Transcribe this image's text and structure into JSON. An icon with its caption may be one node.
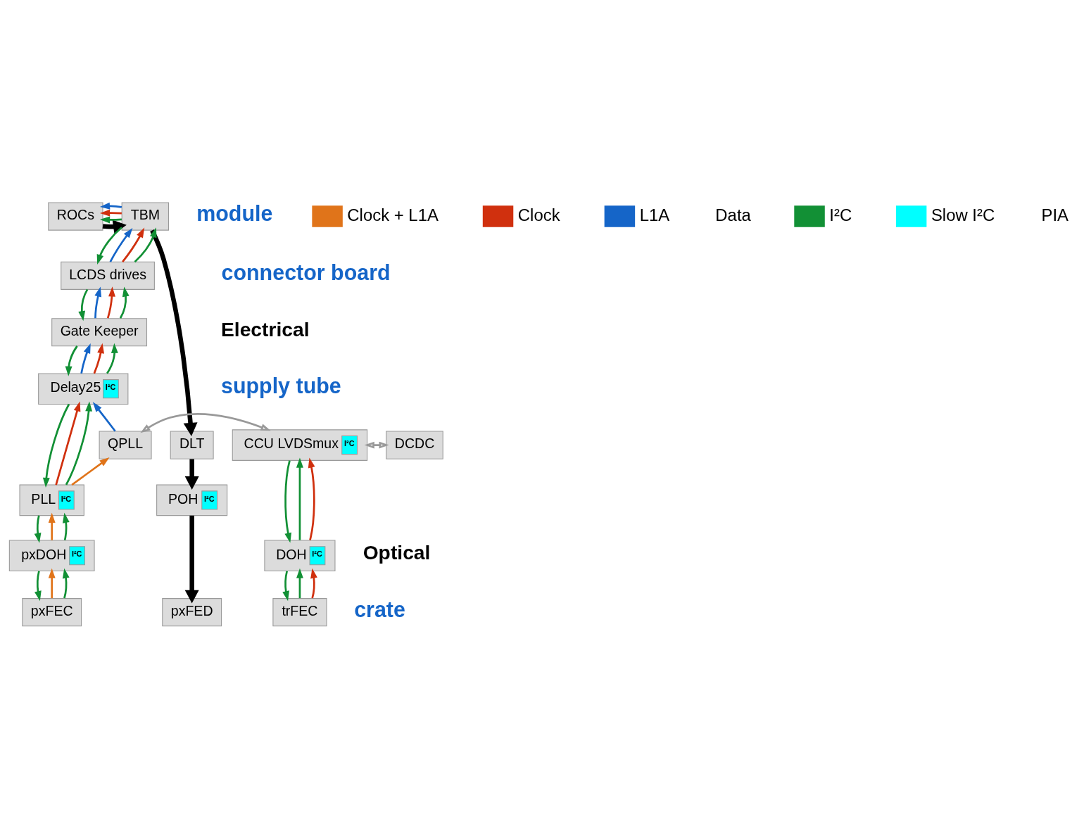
{
  "diagram": {
    "nodes": [
      {
        "text": [
          "ROCs"
        ]
      },
      {
        "text": [
          "TBM"
        ]
      },
      {
        "text": [
          "LCDS drives"
        ]
      },
      {
        "text": [
          "Gate Keeper"
        ]
      },
      {
        "text": [
          "Delay25",
          "I²C"
        ]
      },
      {
        "text": [
          "QPLL"
        ]
      },
      {
        "text": [
          "DCDC"
        ]
      },
      {
        "text": [
          "CCU LVDSmux",
          "I²C"
        ]
      },
      {
        "text": [
          "PLL",
          "I²C"
        ]
      },
      {
        "text": [
          "DLT"
        ]
      },
      {
        "text": [
          "POH",
          "I²C"
        ]
      },
      {
        "text": [
          "DOH",
          "I²C"
        ]
      },
      {
        "text": [
          "pxDOH",
          "I²C"
        ]
      },
      {
        "text": [
          "trFEC"
        ]
      },
      {
        "text": [
          "pxFEC"
        ]
      },
      {
        "text": [
          "pxFED"
        ]
      }
    ],
    "edges": [
      {
        "from": 0,
        "to": 1,
        "arrow": "to",
        "style": "thick",
        "color": "#000000"
      },
      {
        "from": 1,
        "to": 0,
        "arrow": "to",
        "color": "#129035"
      },
      {
        "from": 1,
        "to": 0,
        "arrow": "to",
        "color": "#d0300e"
      },
      {
        "from": 1,
        "to": 0,
        "arrow": "to",
        "color": "#1565c8"
      },
      {
        "from": 1,
        "to": 9,
        "arrow": "to",
        "style": "thick",
        "color": "#000000"
      },
      {
        "from": 2,
        "to": 1,
        "arrow": "to",
        "color": "#1565c8"
      },
      {
        "from": 2,
        "to": 1,
        "arrow": "to",
        "color": "#d0300e"
      },
      {
        "from": 1,
        "to": 2,
        "arrow": "to",
        "color": "#129035"
      },
      {
        "from": 2,
        "to": 1,
        "arrow": "to",
        "color": "#129035"
      },
      {
        "from": 3,
        "to": 2,
        "arrow": "to",
        "color": "#1565c8"
      },
      {
        "from": 3,
        "to": 2,
        "arrow": "to",
        "color": "#d0300e"
      },
      {
        "from": 2,
        "to": 3,
        "arrow": "to",
        "color": "#129035"
      },
      {
        "from": 3,
        "to": 2,
        "arrow": "to",
        "color": "#129035"
      },
      {
        "from": 4,
        "to": 3,
        "arrow": "to",
        "color": "#1565c8"
      },
      {
        "from": 4,
        "to": 3,
        "arrow": "to",
        "color": "#d0300e"
      },
      {
        "from": 3,
        "to": 4,
        "arrow": "to",
        "color": "#129035"
      },
      {
        "from": 4,
        "to": 3,
        "arrow": "to",
        "color": "#129035"
      },
      {
        "from": 5,
        "to": 4,
        "arrow": "to",
        "color": "#1565c8"
      },
      {
        "from": 8,
        "to": 4,
        "arrow": "to",
        "color": "#d0300e"
      },
      {
        "from": 4,
        "to": 8,
        "arrow": "to",
        "color": "#129035"
      },
      {
        "from": 8,
        "to": 4,
        "arrow": "to",
        "color": "#129035"
      },
      {
        "from": 6,
        "to": 7,
        "arrow": "both",
        "color": "#999999"
      },
      {
        "from": 7,
        "to": 5,
        "arrow": "both",
        "color": "#999999"
      },
      {
        "from": 8,
        "to": 5,
        "arrow": "to",
        "color": "#e0741a"
      },
      {
        "from": 9,
        "to": 10,
        "arrow": "to",
        "style": "thick",
        "color": "#000000"
      },
      {
        "from": 7,
        "to": 11,
        "arrow": "to",
        "color": "#129035"
      },
      {
        "from": 11,
        "to": 7,
        "arrow": "to",
        "color": "#129035"
      },
      {
        "from": 11,
        "to": 7,
        "arrow": "to",
        "color": "#d0300e"
      },
      {
        "from": 12,
        "to": 8,
        "arrow": "to",
        "color": "#e0741a"
      },
      {
        "from": 8,
        "to": 12,
        "arrow": "to",
        "color": "#129035"
      },
      {
        "from": 12,
        "to": 8,
        "arrow": "to",
        "color": "#129035"
      },
      {
        "from": 10,
        "to": 15,
        "arrow": "to",
        "style": "thick",
        "color": "#000000"
      },
      {
        "from": 11,
        "to": 13,
        "arrow": "to",
        "color": "#129035"
      },
      {
        "from": 13,
        "to": 11,
        "arrow": "to",
        "color": "#129035"
      },
      {
        "from": 13,
        "to": 11,
        "arrow": "to",
        "color": "#d0300e"
      },
      {
        "from": 14,
        "to": 12,
        "arrow": "to",
        "color": "#e0741a"
      },
      {
        "from": 12,
        "to": 14,
        "arrow": "to",
        "color": "#129035"
      },
      {
        "from": 14,
        "to": 12,
        "arrow": "to",
        "color": "#129035"
      }
    ],
    "labels": [
      "module",
      "connector board",
      "supply tube",
      "Electrical",
      "Optical",
      "crate"
    ],
    "legend": [
      {
        "text": "Clock + L1A",
        "color": "#e0741a"
      },
      {
        "text": "Clock",
        "color": "#d0300e"
      },
      {
        "text": "L1A",
        "color": "#1565c8"
      },
      {
        "text": "Data"
      },
      {
        "text": "I²C",
        "color": "#129035"
      },
      {
        "text": "Slow I²C",
        "color": "#00ffff"
      },
      {
        "text": "PIA"
      }
    ]
  }
}
